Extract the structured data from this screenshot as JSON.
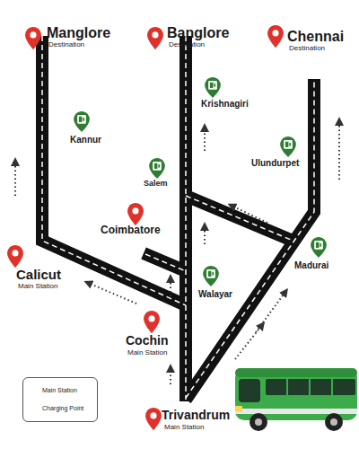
{
  "diagram": {
    "labels": [
      "Manglore",
      "Destination",
      "Banglore",
      "Destination",
      "Chennai",
      "Destination",
      "Krishnagiri",
      "Kannur",
      "Salem",
      "Ulundurpet",
      "Coimbatore",
      "Calicut",
      "Main Station",
      "Madurai",
      "Walayar",
      "Cochin",
      "Main Station",
      "Trivandrum",
      "Main Station"
    ],
    "legend": [
      {
        "text": "Main Station"
      },
      {
        "text": "Charging Point"
      }
    ]
  }
}
